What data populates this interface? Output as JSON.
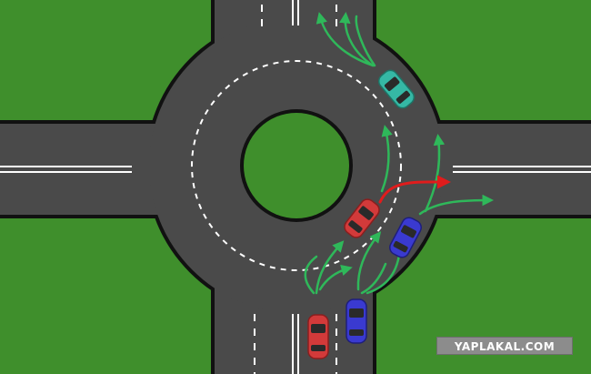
{
  "scene": {
    "type": "roundabout-diagram",
    "colors": {
      "grass": "#3f8f2c",
      "asphalt": "#4a4a4a",
      "lane_marking": "#ffffff",
      "path_arrow": "#2fb85a",
      "highlight_arrow": "#e01c1c"
    },
    "cars": [
      {
        "id": "car-teal",
        "color": "#35b8a5"
      },
      {
        "id": "car-red-in-ring",
        "color": "#d23a3a"
      },
      {
        "id": "car-blue-in-ring",
        "color": "#3a3ad0"
      },
      {
        "id": "car-red-entry",
        "color": "#d23a3a"
      },
      {
        "id": "car-blue-entry",
        "color": "#3a3ad0"
      }
    ]
  },
  "watermark": {
    "text": "YAPLAKAL.COM"
  }
}
